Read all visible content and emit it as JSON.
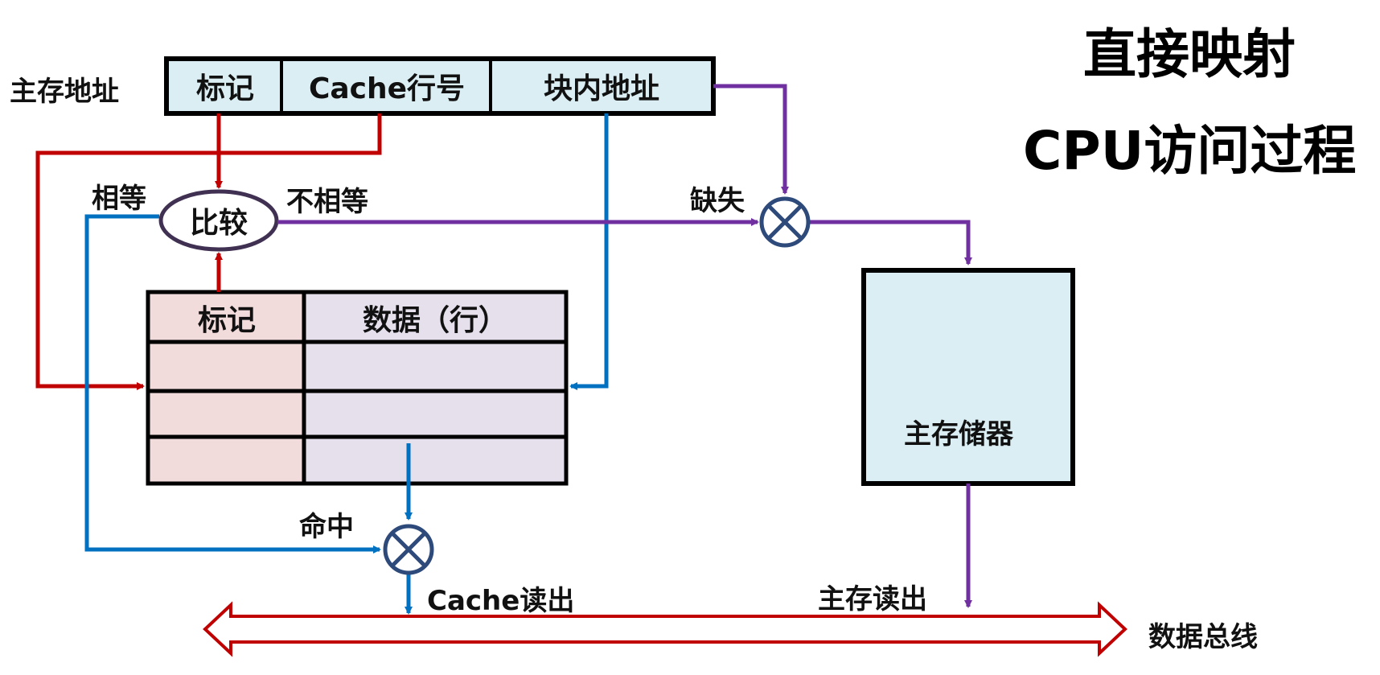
{
  "title": {
    "line1": "直接映射",
    "line2": "CPU访问过程"
  },
  "address": {
    "label": "主存地址",
    "fields": [
      "标记",
      "Cache行号",
      "块内地址"
    ]
  },
  "compare": {
    "label": "比较",
    "equal": "相等",
    "not_equal": "不相等"
  },
  "cache_table": {
    "headers": [
      "标记",
      "数据（行）"
    ]
  },
  "miss_label": "缺失",
  "hit_label": "命中",
  "main_memory": "主存储器",
  "cache_read": "Cache读出",
  "mem_read": "主存读出",
  "data_bus": "数据总线",
  "colors": {
    "red": "#c00000",
    "blue": "#0070c0",
    "purple": "#7030a0",
    "box_fill": "#dbeef3",
    "tag_fill": "#f2dcdb",
    "data_fill": "#e6e0ec",
    "gate": "#2e4a7a"
  }
}
